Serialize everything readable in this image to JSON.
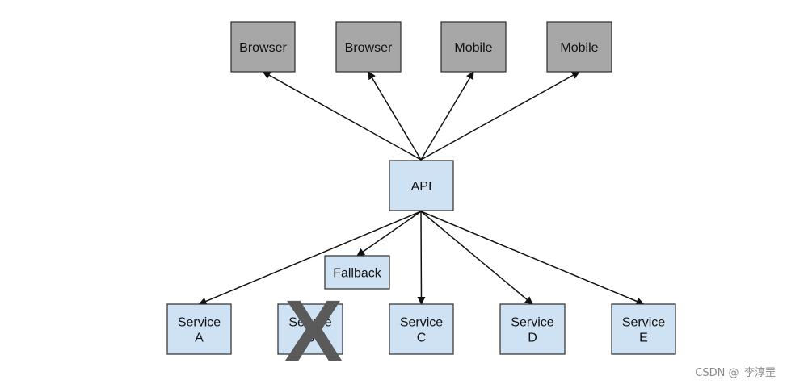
{
  "diagram": {
    "clients": [
      {
        "id": "browser-1",
        "label": "Browser"
      },
      {
        "id": "browser-2",
        "label": "Browser"
      },
      {
        "id": "mobile-1",
        "label": "Mobile"
      },
      {
        "id": "mobile-2",
        "label": "Mobile"
      }
    ],
    "api": {
      "id": "api",
      "label": "API"
    },
    "fallback": {
      "id": "fallback",
      "label": "Fallback"
    },
    "services": [
      {
        "id": "service-a",
        "lines": [
          "Service",
          "A"
        ],
        "failed": false
      },
      {
        "id": "service-b",
        "lines": [
          "Service",
          "B"
        ],
        "failed": true
      },
      {
        "id": "service-c",
        "lines": [
          "Service",
          "C"
        ],
        "failed": false
      },
      {
        "id": "service-d",
        "lines": [
          "Service",
          "D"
        ],
        "failed": false
      },
      {
        "id": "service-e",
        "lines": [
          "Service",
          "E"
        ],
        "failed": false
      }
    ],
    "failed_mark": "X",
    "edges": [
      {
        "from": "api",
        "to": "browser-1"
      },
      {
        "from": "api",
        "to": "browser-2"
      },
      {
        "from": "api",
        "to": "mobile-1"
      },
      {
        "from": "api",
        "to": "mobile-2"
      },
      {
        "from": "api",
        "to": "fallback"
      },
      {
        "from": "api",
        "to": "service-a"
      },
      {
        "from": "api",
        "to": "service-c"
      },
      {
        "from": "api",
        "to": "service-d"
      },
      {
        "from": "api",
        "to": "service-e"
      }
    ]
  },
  "watermark": "CSDN @_李淳罡"
}
